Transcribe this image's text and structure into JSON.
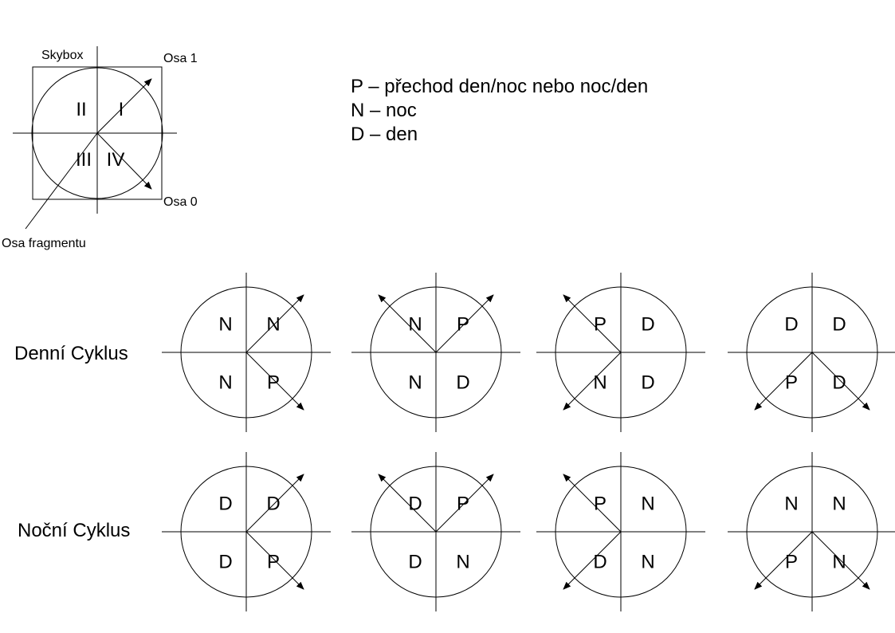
{
  "skybox": {
    "skybox_label": "Skybox",
    "axis1_label": "Osa 1",
    "axis0_label": "Osa 0",
    "fragment_axis_label": "Osa fragmentu",
    "quadrants": [
      "I",
      "II",
      "III",
      "IV"
    ]
  },
  "legend": [
    "P – přechod den/noc nebo noc/den",
    "N – noc",
    "D – den"
  ],
  "rows": [
    {
      "label": "Denní Cyklus",
      "diagrams": [
        {
          "q2": "N",
          "q1": "N",
          "q3": "N",
          "q4": "P",
          "arrows": [
            "ne",
            "se"
          ]
        },
        {
          "q2": "N",
          "q1": "P",
          "q3": "N",
          "q4": "D",
          "arrows": [
            "nw",
            "ne"
          ]
        },
        {
          "q2": "P",
          "q1": "D",
          "q3": "N",
          "q4": "D",
          "arrows": [
            "nw",
            "sw"
          ]
        },
        {
          "q2": "D",
          "q1": "D",
          "q3": "P",
          "q4": "D",
          "arrows": [
            "sw",
            "se"
          ]
        }
      ]
    },
    {
      "label": "Noční Cyklus",
      "diagrams": [
        {
          "q2": "D",
          "q1": "D",
          "q3": "D",
          "q4": "P",
          "arrows": [
            "ne",
            "se"
          ]
        },
        {
          "q2": "D",
          "q1": "P",
          "q3": "D",
          "q4": "N",
          "arrows": [
            "nw",
            "ne"
          ]
        },
        {
          "q2": "P",
          "q1": "N",
          "q3": "D",
          "q4": "N",
          "arrows": [
            "nw",
            "sw"
          ]
        },
        {
          "q2": "N",
          "q1": "N",
          "q3": "P",
          "q4": "N",
          "arrows": [
            "sw",
            "se"
          ]
        }
      ]
    }
  ]
}
